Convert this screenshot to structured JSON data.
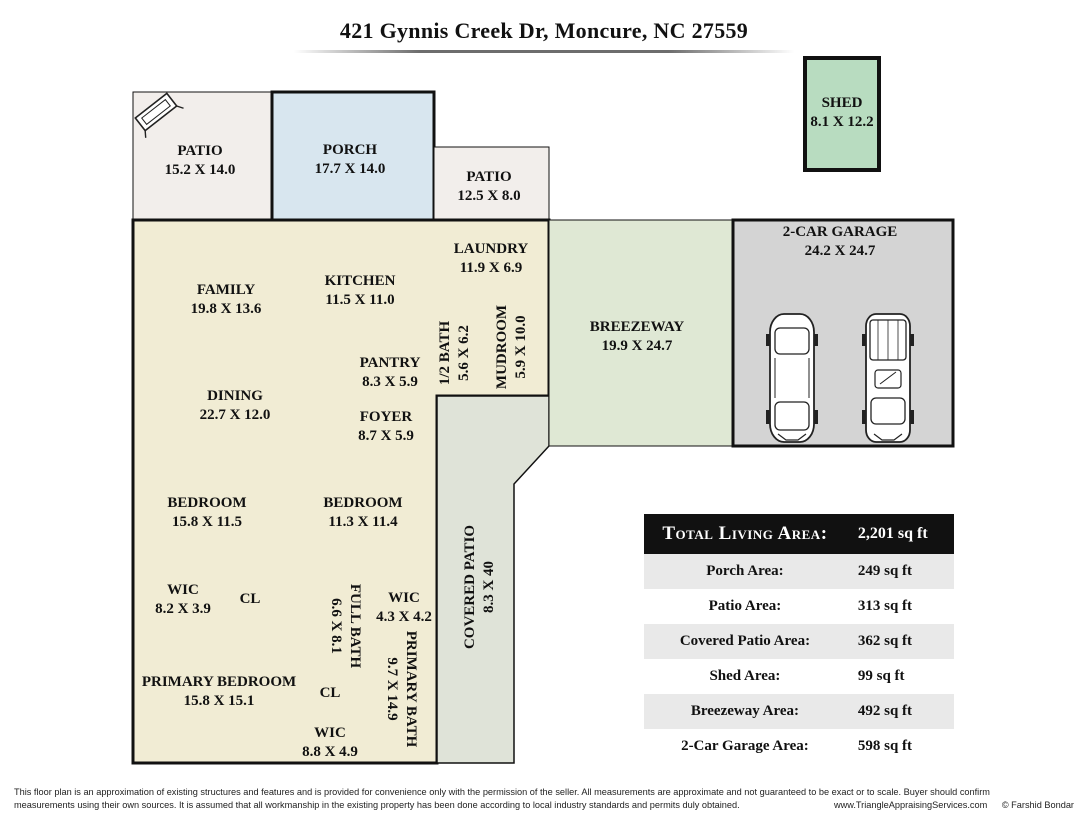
{
  "title": "421 Gynnis Creek Dr, Moncure, NC 27559",
  "colors": {
    "living": "#f1ecd4",
    "patio": "#f2eeeb",
    "porch": "#d8e6ef",
    "shed": "#b8dcc0",
    "breezeway": "#dfe8d4",
    "garage": "#d4d4d4",
    "covered_patio": "#dfe3d8",
    "wall": "#111111"
  },
  "rooms": {
    "patio_left": {
      "name": "PATIO",
      "dims": "15.2 X 14.0"
    },
    "porch": {
      "name": "PORCH",
      "dims": "17.7 X 14.0"
    },
    "patio_right": {
      "name": "PATIO",
      "dims": "12.5 X 8.0"
    },
    "shed": {
      "name": "SHED",
      "dims": "8.1 X 12.2"
    },
    "laundry": {
      "name": "LAUNDRY",
      "dims": "11.9 X 6.9"
    },
    "family": {
      "name": "FAMILY",
      "dims": "19.8 X 13.6"
    },
    "kitchen": {
      "name": "KITCHEN",
      "dims": "11.5 X 11.0"
    },
    "half_bath": {
      "name": "1/2 BATH",
      "dims": "5.6 X 6.2"
    },
    "mudroom": {
      "name": "MUDROOM",
      "dims": "5.9 X 10.0"
    },
    "pantry": {
      "name": "PANTRY",
      "dims": "8.3 X 5.9"
    },
    "dining": {
      "name": "DINING",
      "dims": "22.7 X 12.0"
    },
    "foyer": {
      "name": "FOYER",
      "dims": "8.7 X 5.9"
    },
    "breezeway": {
      "name": "BREEZEWAY",
      "dims": "19.9 X 24.7"
    },
    "garage": {
      "name": "2-CAR GARAGE",
      "dims": "24.2 X 24.7"
    },
    "bedroom1": {
      "name": "BEDROOM",
      "dims": "15.8 X 11.5"
    },
    "bedroom2": {
      "name": "BEDROOM",
      "dims": "11.3 X 11.4"
    },
    "covered_patio": {
      "name": "COVERED PATIO",
      "dims": "8.3 X 40"
    },
    "wic1": {
      "name": "WIC",
      "dims": "8.2 X 3.9"
    },
    "cl1": {
      "name": "CL"
    },
    "full_bath": {
      "name": "FULL BATH",
      "dims": "6.6 X 8.1"
    },
    "wic2": {
      "name": "WIC",
      "dims": "4.3 X 4.2"
    },
    "primary_bath": {
      "name": "PRIMARY BATH",
      "dims": "9.7 X 14.9"
    },
    "primary_bedroom": {
      "name": "PRIMARY BEDROOM",
      "dims": "15.8 X 15.1"
    },
    "cl2": {
      "name": "CL"
    },
    "wic3": {
      "name": "WIC",
      "dims": "8.8 X 4.9"
    }
  },
  "area_table": {
    "header": {
      "label": "Total Living Area:",
      "value": "2,201 sq ft"
    },
    "rows": [
      {
        "label": "Porch Area:",
        "value": "249 sq ft"
      },
      {
        "label": "Patio Area:",
        "value": "313 sq ft"
      },
      {
        "label": "Covered Patio Area:",
        "value": "362 sq ft"
      },
      {
        "label": "Shed Area:",
        "value": "99 sq ft"
      },
      {
        "label": "Breezeway Area:",
        "value": "492 sq ft"
      },
      {
        "label": "2-Car Garage Area:",
        "value": "598 sq ft"
      }
    ]
  },
  "disclaimer": {
    "line1": "This floor plan is an approximation of existing structures and features and is provided for convenience only with the permission of the seller.  All measurements are approximate and not guaranteed to be exact or to scale.  Buyer should confirm",
    "line2": "measurements using their own sources.  It is assumed that all workmanship in the existing property has been done according to local industry standards and permits duly obtained.",
    "website": "www.TriangleAppraisingServices.com",
    "copyright": "© Farshid Bondar"
  }
}
